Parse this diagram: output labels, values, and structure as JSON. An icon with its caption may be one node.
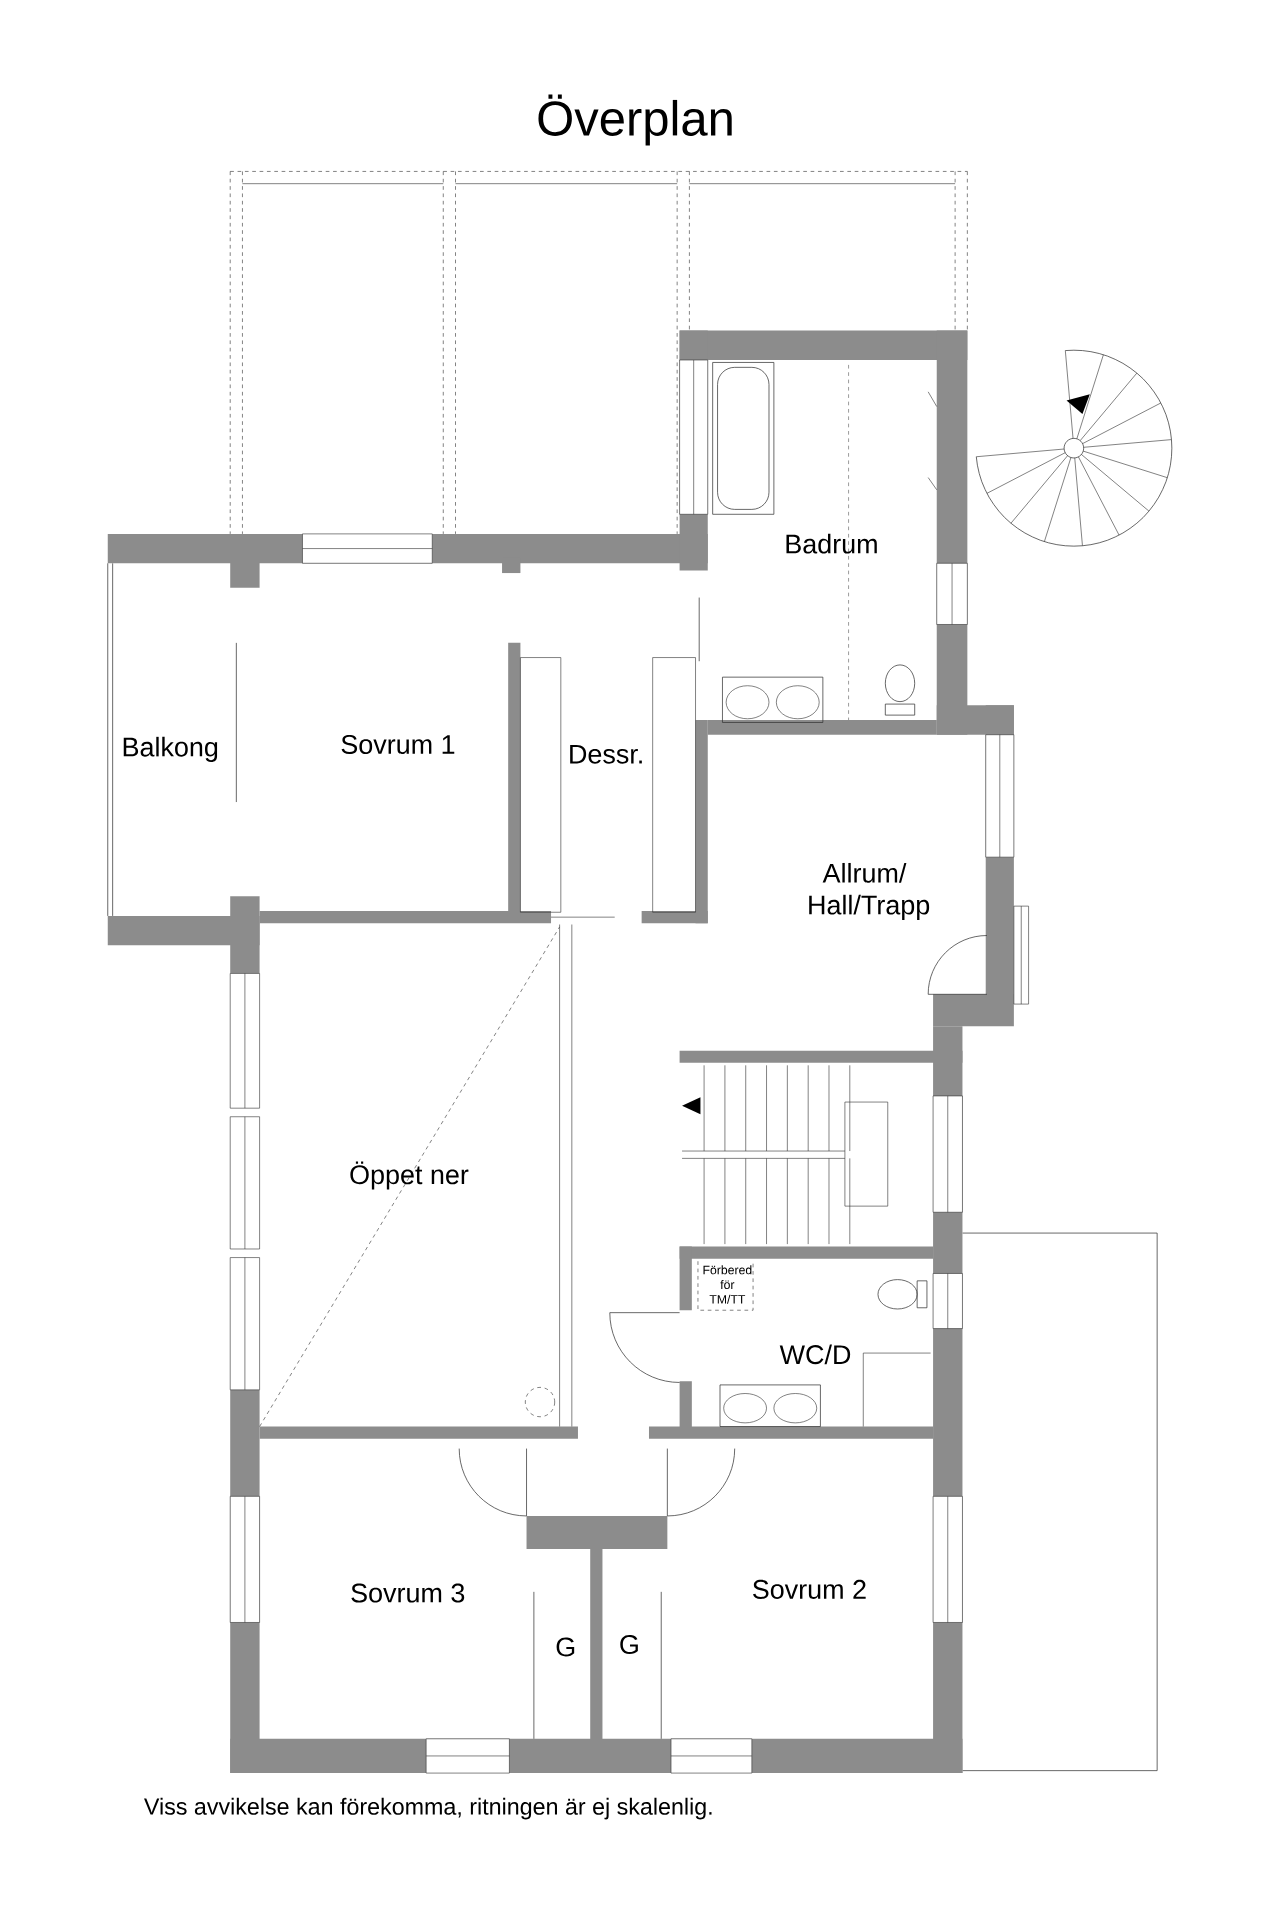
{
  "diagram": {
    "title": "Överplan",
    "caption": "Viss avvikelse kan förekomma, ritningen är ej skalenlig.",
    "labels": [
      "Balkong",
      "Sovrum 1",
      "Dessr.",
      "Badrum",
      "Allrum/ Hall/Trapp",
      "Öppet ner",
      "Förbered för TM/TT",
      "WC/D",
      "Sovrum 3",
      "G",
      "G",
      "Sovrum 2"
    ]
  }
}
